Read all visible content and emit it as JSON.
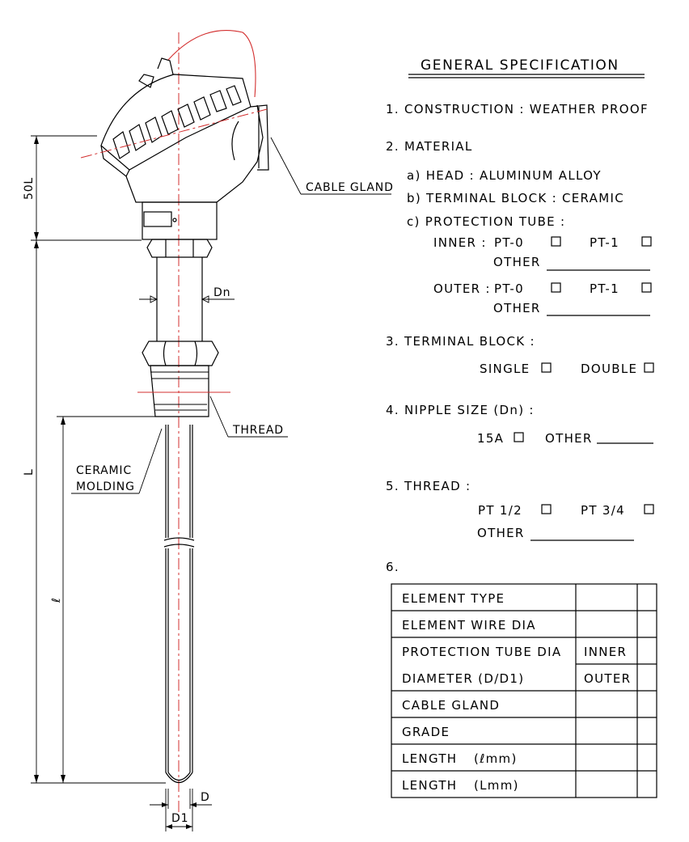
{
  "spec": {
    "title": "GENERAL SPECIFICATION",
    "item1": "1. CONSTRUCTION : WEATHER PROOF",
    "item2": "2. MATERIAL",
    "item2a": "a) HEAD : ALUMINUM ALLOY",
    "item2b": "b) TERMINAL BLOCK : CERAMIC",
    "item2c": "c) PROTECTION TUBE :",
    "inner_label": "INNER :",
    "outer_label": "OUTER :",
    "pt0": "PT-0",
    "pt1": "PT-1",
    "other": "OTHER",
    "item3": "3. TERMINAL BLOCK :",
    "single": "SINGLE",
    "double": "DOUBLE",
    "item4": "4. NIPPLE SIZE (Dn) :",
    "size15a": "15A",
    "item5": "5. THREAD :",
    "pt12": "PT 1/2",
    "pt34": "PT 3/4",
    "item6": "6."
  },
  "table": {
    "rows": [
      {
        "label": "ELEMENT TYPE",
        "sub": ""
      },
      {
        "label": "ELEMENT WIRE DIA",
        "sub": ""
      },
      {
        "label": "PROTECTION TUBE DIA",
        "sub": "INNER"
      },
      {
        "label": "DIAMETER (D/D1)",
        "sub": "OUTER"
      },
      {
        "label": "CABLE GLAND",
        "sub": ""
      },
      {
        "label": "GRADE",
        "sub": ""
      },
      {
        "label": "LENGTH",
        "sub": ""
      },
      {
        "label": "LENGTH",
        "sub": ""
      }
    ],
    "length_l_unit": "(ℓmm)",
    "length_L_unit": "(Lmm)"
  },
  "drawing": {
    "dim_50L": "50L",
    "dim_L": "L",
    "dim_l": "ℓ",
    "dim_Dn": "Dn",
    "dim_D": "D",
    "dim_D1": "D1",
    "cable_gland": "CABLE GLAND",
    "thread": "THREAD",
    "ceramic": "CERAMIC",
    "molding": "MOLDING"
  },
  "colors": {
    "line": "#000000",
    "centerline": "#d32f2f",
    "background": "#ffffff"
  }
}
